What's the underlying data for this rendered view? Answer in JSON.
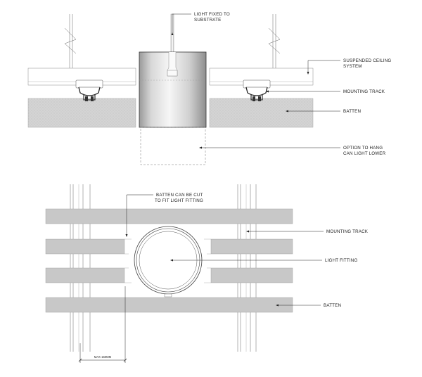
{
  "section": {
    "labels": {
      "light_fixed": [
        "LIGHT FIXED TO",
        "SUBSTRATE"
      ],
      "suspended_ceiling": [
        "SUSPENDED CEILING",
        "SYSTEM"
      ],
      "mounting_track": "MOUNTING TRACK",
      "batten": "BATTEN",
      "option_hang": [
        "OPTION TO HANG",
        "CAN LIGHT LOWER"
      ]
    }
  },
  "plan": {
    "labels": {
      "batten_cut": [
        "BATTEN CAN BE CUT",
        "TO FIT LIGHT FITTING"
      ],
      "mounting_track": "MOUNTING TRACK",
      "light_fitting": "LIGHT FITTING",
      "batten": "BATTEN"
    },
    "dimension": "MAX 150MM"
  },
  "colors": {
    "batten_fill": "#c8c8c8",
    "line": "#333333"
  }
}
